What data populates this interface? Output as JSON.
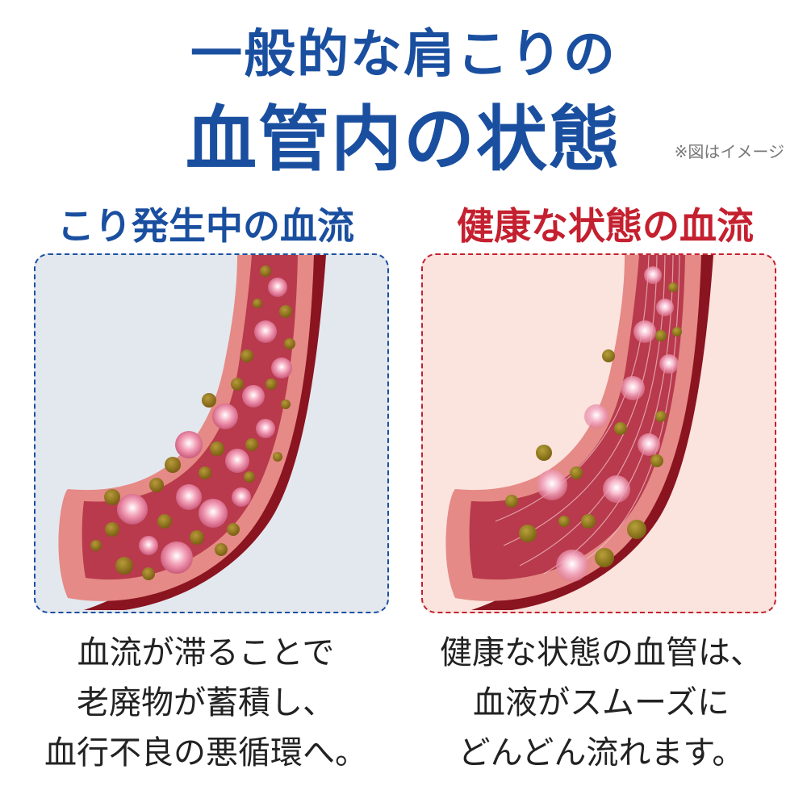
{
  "title": {
    "line1": "一般的な肩こりの",
    "line2": "血管内の状態"
  },
  "note": "※図はイメージ",
  "left_panel": {
    "label": "こり発生中の血流",
    "caption": [
      "血流が滞ることで",
      "老廃物が蓄積し、",
      "血行不良の悪循環へ。"
    ],
    "accent": "#1a4fa0"
  },
  "right_panel": {
    "label": "健康な状態の血流",
    "caption": [
      "健康な状態の血管は、",
      "血液がスムーズに",
      "どんどん流れます。"
    ],
    "accent": "#c4202f"
  }
}
